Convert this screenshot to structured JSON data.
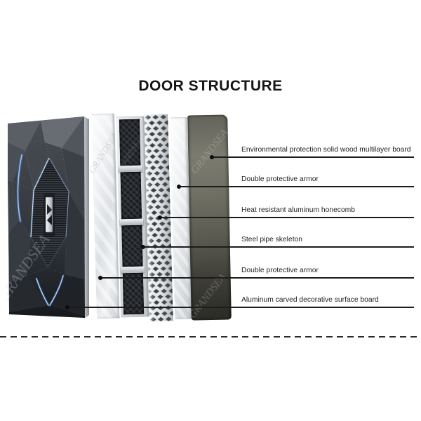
{
  "title": "DOOR STRUCTURE",
  "brand_watermark": "GRANDSEA",
  "callouts": [
    {
      "text": "Environmental protection solid wood multilayer board",
      "target_layer": "solid-wood-multilayer-board"
    },
    {
      "text": "Double protective armor",
      "target_layer": "protective-armor-back"
    },
    {
      "text": "Heat resistant aluminum honecomb",
      "target_layer": "aluminum-honeycomb-mesh"
    },
    {
      "text": "Steel pipe skeleton",
      "target_layer": "steel-pipe-skeleton"
    },
    {
      "text": "Double protective armor",
      "target_layer": "protective-armor-front"
    },
    {
      "text": "Aluminum carved decorative surface board",
      "target_layer": "carved-decorative-door"
    }
  ],
  "colors": {
    "background": "#ffffff",
    "callout_line": "#1c1c1c",
    "led_accent": "#9cc8ff",
    "door_dark": "#24272c",
    "back_board_olive": "#6e6e63",
    "armor_silver": "#e3e6e9"
  }
}
